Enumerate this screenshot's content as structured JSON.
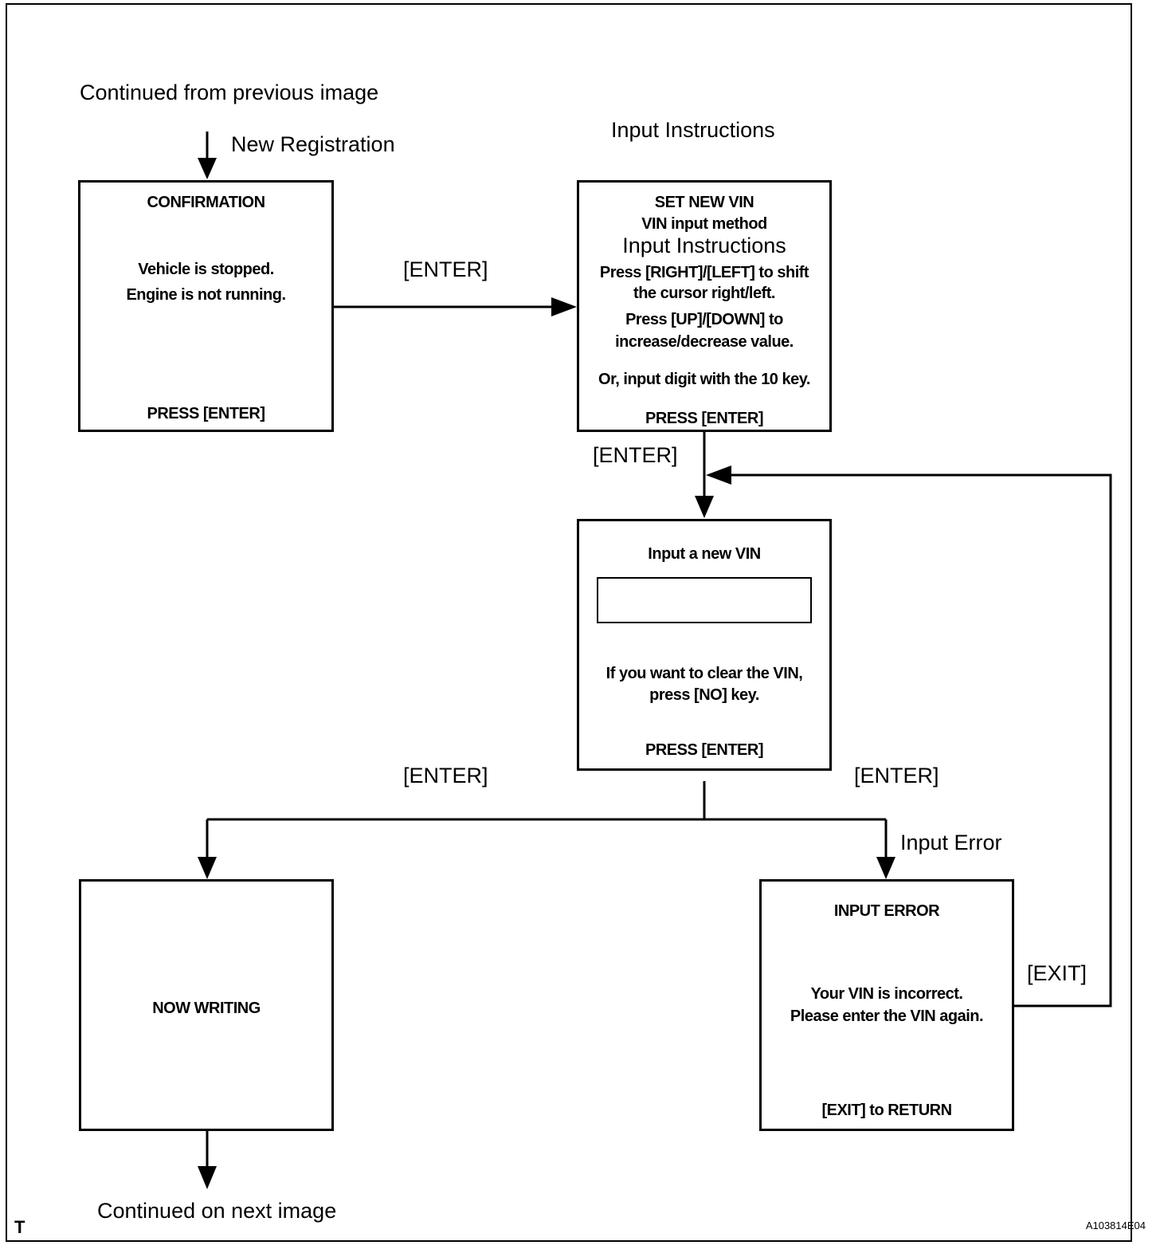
{
  "labels": {
    "continued_from": "Continued from previous image",
    "new_registration": "New Registration",
    "input_instructions": "Input Instructions",
    "enter_1": "[ENTER]",
    "enter_2": "[ENTER]",
    "enter_3": "[ENTER]",
    "enter_4": "[ENTER]",
    "input_error": "Input Error",
    "exit": "[EXIT]",
    "continued_on": "Continued on next image",
    "corner_mark": "T",
    "figure_code": "A103814E04"
  },
  "confirmation_box": {
    "title": "CONFIRMATION",
    "line1": "Vehicle is stopped.",
    "line2": "Engine is not running.",
    "footer": "PRESS [ENTER]"
  },
  "set_vin_box": {
    "title": "SET NEW VIN",
    "subtitle": "VIN input method",
    "heading": "Input Instructions",
    "line1": "Press [RIGHT]/[LEFT] to shift",
    "line2": "the cursor right/left.",
    "line3": "Press [UP]/[DOWN]  to",
    "line4": "increase/decrease value.",
    "line5": "Or, input digit with the 10 key.",
    "footer": "PRESS [ENTER]"
  },
  "input_vin_box": {
    "title": "Input a new VIN",
    "line1": "If you want to clear the VIN,",
    "line2": "press [NO] key.",
    "footer": "PRESS [ENTER]"
  },
  "now_writing_box": {
    "title": "NOW WRITING"
  },
  "input_error_box": {
    "title": "INPUT  ERROR",
    "line1": "Your VIN is incorrect.",
    "line2": "Please enter the VIN again.",
    "footer": "[EXIT] to RETURN"
  }
}
